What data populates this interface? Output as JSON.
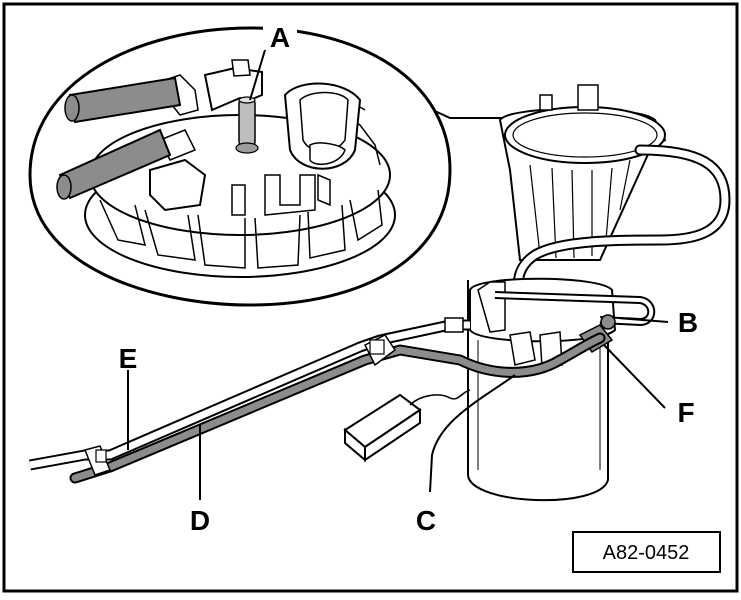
{
  "figure": {
    "reference": "A82-0452",
    "callouts": {
      "a": "A",
      "b": "B",
      "c": "C",
      "d": "D",
      "e": "E",
      "f": "F"
    }
  },
  "colors": {
    "line": "#000000",
    "part_fill": "#ffffff",
    "hose_fill": "#8c8c8c",
    "border": "#000000"
  },
  "icons": {
    "detail_magnifier": "circular-zoom-callout",
    "fuel_pump": "fuel-delivery-unit",
    "sensor": "fuel-gauge-sender-icon"
  }
}
